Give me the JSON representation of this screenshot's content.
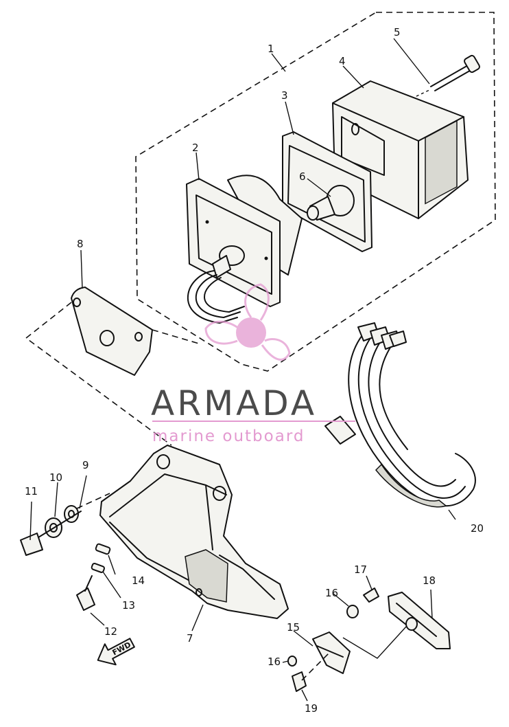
{
  "watermark": {
    "brand": "ARMADA",
    "tagline": "marine outboard",
    "brand_color": "#4b4b4b",
    "accent_color": "#e39ad0"
  },
  "direction_arrow": {
    "label": "FWD"
  },
  "callouts": [
    {
      "id": "p1",
      "label": "1"
    },
    {
      "id": "p2",
      "label": "2"
    },
    {
      "id": "p3",
      "label": "3"
    },
    {
      "id": "p4",
      "label": "4"
    },
    {
      "id": "p5",
      "label": "5"
    },
    {
      "id": "p6",
      "label": "6"
    },
    {
      "id": "p7",
      "label": "7"
    },
    {
      "id": "p8",
      "label": "8"
    },
    {
      "id": "p9",
      "label": "9"
    },
    {
      "id": "p10",
      "label": "10"
    },
    {
      "id": "p11",
      "label": "11"
    },
    {
      "id": "p12",
      "label": "12"
    },
    {
      "id": "p13",
      "label": "13"
    },
    {
      "id": "p14",
      "label": "14"
    },
    {
      "id": "p15",
      "label": "15"
    },
    {
      "id": "p16a",
      "label": "16"
    },
    {
      "id": "p16b",
      "label": "16"
    },
    {
      "id": "p17",
      "label": "17"
    },
    {
      "id": "p18",
      "label": "18"
    },
    {
      "id": "p19",
      "label": "19"
    },
    {
      "id": "p20",
      "label": "20"
    }
  ]
}
